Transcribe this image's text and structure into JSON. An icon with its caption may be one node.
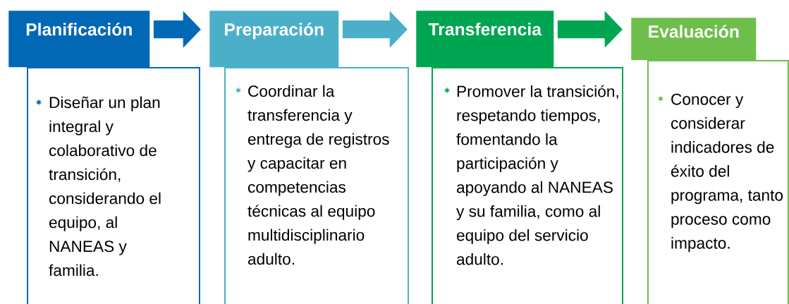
{
  "diagram": {
    "nodes": [
      {
        "text": [
          "Planificación"
        ]
      },
      {
        "text": [
          "Diseñar un plan integral y colaborativo de transición, considerando el equipo, al NANEAS y familia."
        ]
      },
      {
        "text": [
          "Preparación"
        ]
      },
      {
        "text": [
          "Coordinar la transferencia y entrega de registros y capacitar en competencias técnicas al equipo multidisciplinario adulto."
        ]
      },
      {
        "text": [
          "Transferencia"
        ]
      },
      {
        "text": [
          "Promover la transición, respetando tiempos, fomentando la participación y apoyando al NANEAS y su familia, como al equipo del servicio adulto."
        ]
      },
      {
        "text": [
          "Evaluación"
        ]
      },
      {
        "text": [
          "Conocer y considerar indicadores de éxito del programa, tanto proceso como impacto."
        ]
      }
    ],
    "edges": [
      {
        "from": 0,
        "to": 2,
        "arrow": "to",
        "color": "#0068b4"
      },
      {
        "from": 2,
        "to": 4,
        "arrow": "to",
        "color": "#4cafc9"
      },
      {
        "from": 4,
        "to": 6,
        "arrow": "to",
        "color": "#00a551"
      }
    ]
  }
}
